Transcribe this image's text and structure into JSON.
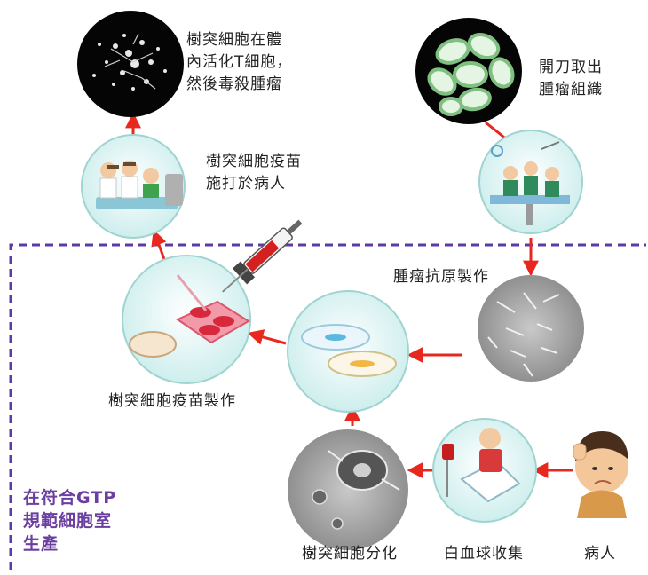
{
  "steps": {
    "activate": "樹突細胞在體內活化T細胞，然後毒殺腫瘤",
    "activate_lines": [
      "樹突細胞在體",
      "內活化T細胞，",
      "然後毒殺腫瘤"
    ],
    "surgery": "開刀取出腫瘤組織",
    "surgery_lines": [
      "開刀取出",
      "腫瘤組織"
    ],
    "inject": "樹突細胞疫苗施打於病人",
    "inject_lines": [
      "樹突細胞疫苗",
      "施打於病人"
    ],
    "antigen": "腫瘤抗原製作",
    "vaccine_prep": "樹突細胞疫苗製作",
    "differentiation": "樹突細胞分化",
    "wbc_collection": "白血球收集",
    "patient": "病人"
  },
  "gtp_zone": {
    "label": "在符合GTP規範細胞室生產",
    "label_lines": [
      "在符合GTP",
      "規範細胞室",
      "生產"
    ]
  },
  "colors": {
    "arrow": "#e8281e",
    "dashed_border": "#5c3aa8",
    "gtp_text": "#6b3fa0",
    "circle_fill": "#dff3f2",
    "circle_stroke": "#9fd4d0"
  },
  "icons": [
    "tcell-activation-icon",
    "tumor-cells-icon",
    "vaccination-icon",
    "surgery-icon",
    "syringe-icon",
    "culture-dish-icon",
    "petri-dish-icon",
    "tumor-antigen-icon",
    "differentiation-icon",
    "blood-collection-icon",
    "patient-icon"
  ]
}
